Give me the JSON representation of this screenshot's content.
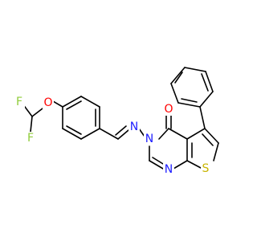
{
  "molecule": {
    "atoms": {
      "F1": "F",
      "F2": "F",
      "O_ether": "O",
      "N_imine": "N",
      "N3": "N",
      "O_carbonyl": "O",
      "N1": "N",
      "S": "S"
    },
    "colors": {
      "F": "#8fcc3a",
      "O": "#ff0000",
      "N": "#2020ff",
      "S": "#c8b400",
      "bond": "#000000"
    }
  }
}
